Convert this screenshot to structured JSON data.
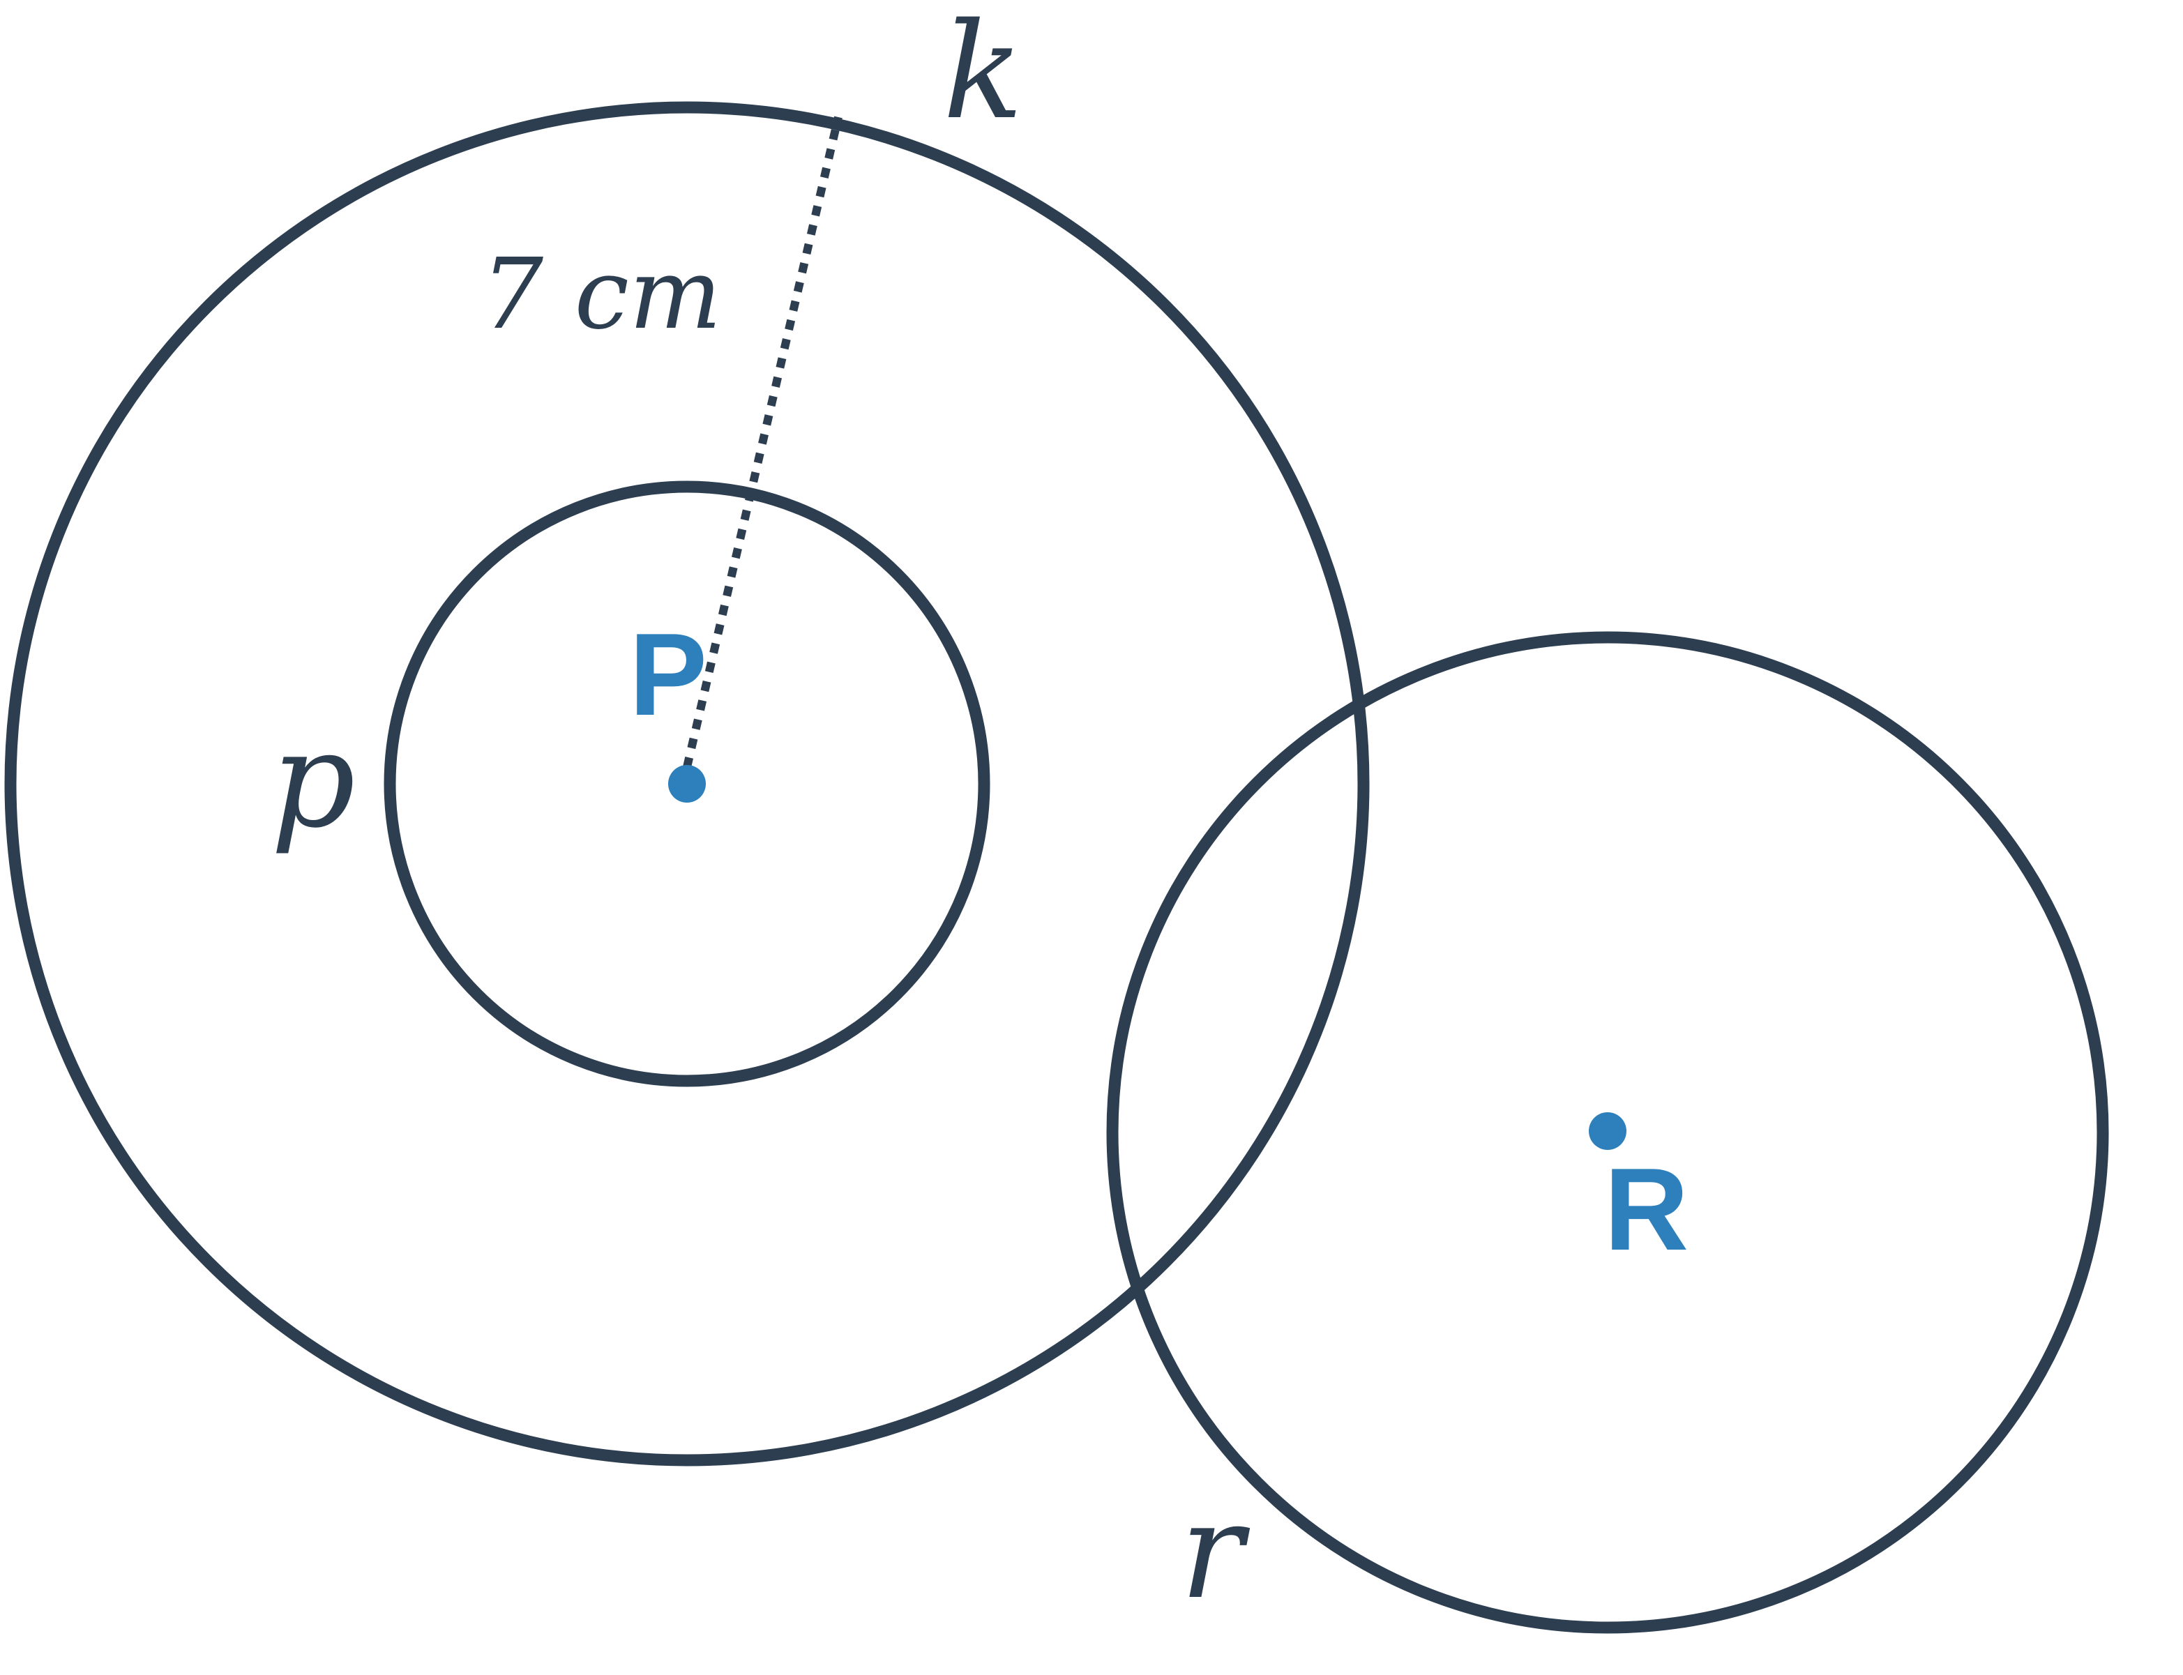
{
  "diagram": {
    "circles": [
      {
        "id": "k",
        "label": "k",
        "stroke": "#2d3e50"
      },
      {
        "id": "p",
        "label": "p",
        "stroke": "#2d3e50"
      },
      {
        "id": "r",
        "label": "r",
        "stroke": "#2d3e50"
      }
    ],
    "points": [
      {
        "id": "P",
        "label": "P",
        "color": "#2e80bd"
      },
      {
        "id": "R",
        "label": "R",
        "color": "#2e80bd"
      }
    ],
    "radius_label": "7 cm",
    "colors": {
      "stroke": "#2d3e50",
      "point": "#2e80bd",
      "background": "#ffffff"
    }
  }
}
